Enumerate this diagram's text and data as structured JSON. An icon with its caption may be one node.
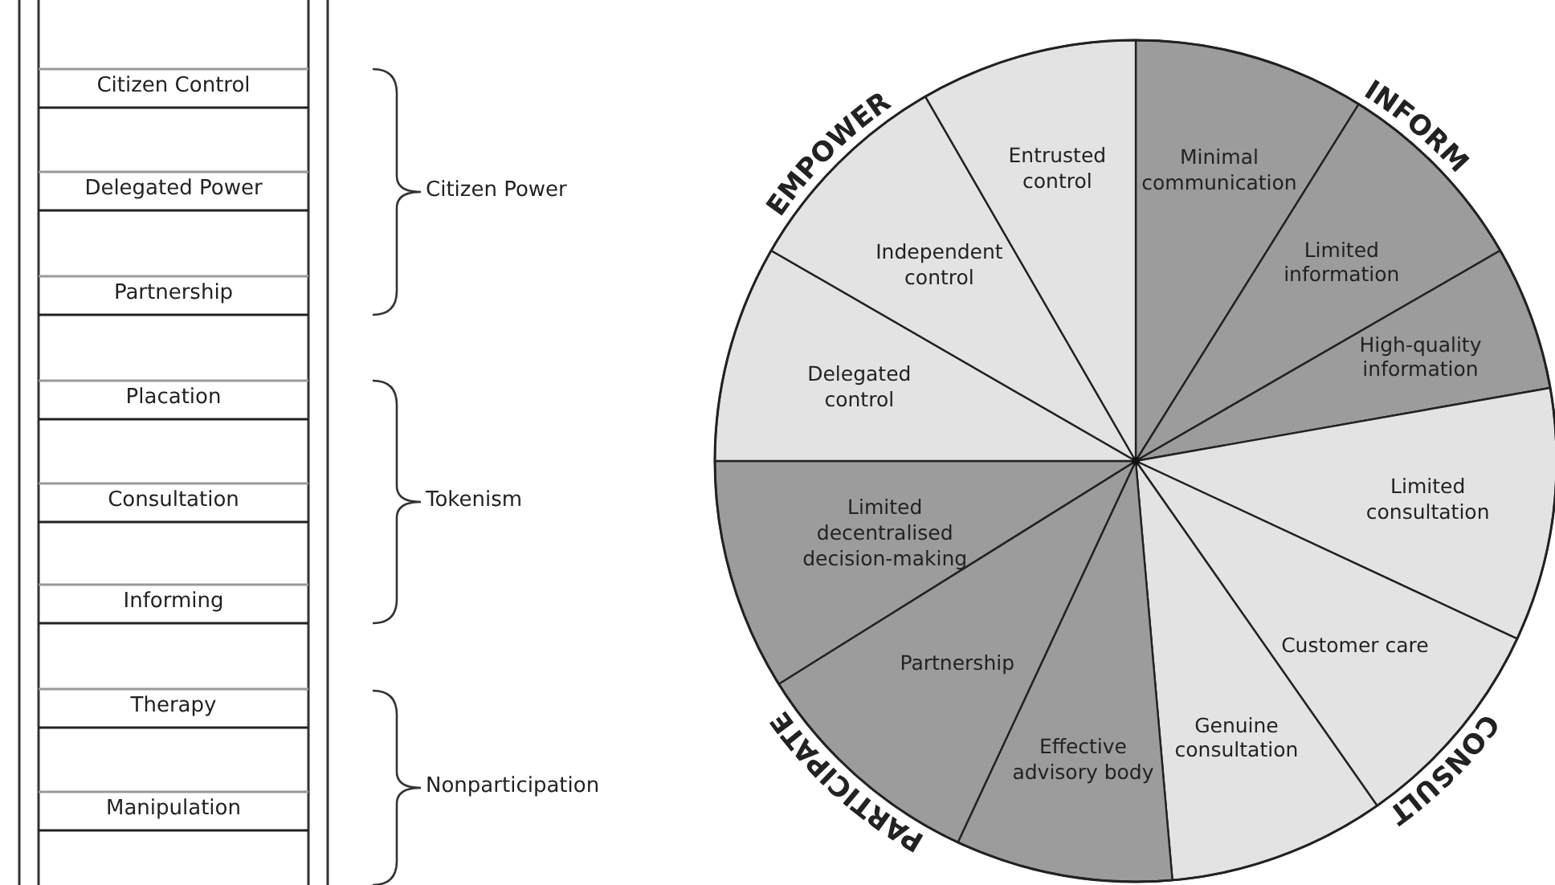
{
  "diagram": {
    "nodes": [
      {
        "text": [
          "Minimal communication"
        ]
      },
      {
        "text": [
          "Limited information"
        ]
      },
      {
        "text": [
          "High-quality information"
        ]
      },
      {
        "text": [
          "Limited consultation"
        ]
      },
      {
        "text": [
          "Customer care"
        ]
      },
      {
        "text": [
          "Genuine consultation"
        ]
      },
      {
        "text": [
          "Effective advisory body"
        ]
      },
      {
        "text": [
          "Partnership"
        ]
      },
      {
        "text": [
          "Limited decentralised decision-making"
        ]
      },
      {
        "text": [
          "Delegated control"
        ]
      },
      {
        "text": [
          "Independent control"
        ]
      },
      {
        "text": [
          "Entrusted control"
        ]
      }
    ],
    "labels": [
      "Citizen Control",
      "Delegated Power",
      "Citizen Power",
      "Partnership",
      "Placation",
      "Consultation",
      "Tokenism",
      "Informing",
      "Therapy",
      "Nonparticipation",
      "Manipulation",
      "EMPOWER",
      "INFORM",
      "PARTICIPATE",
      "CONSULT"
    ]
  }
}
